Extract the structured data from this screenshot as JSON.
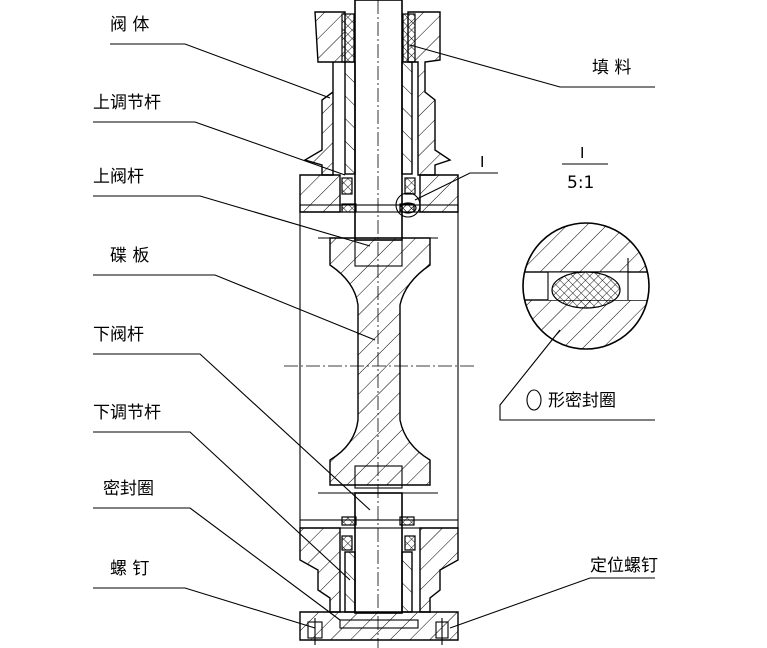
{
  "labels": {
    "valve_body": "阀 体",
    "upper_adjust_rod": "上调节杆",
    "upper_valve_rod": "上阀杆",
    "butterfly_plate": "碟 板",
    "lower_valve_rod": "下阀杆",
    "lower_adjust_rod": "下调节杆",
    "seal_ring": "密封圈",
    "screw": "螺 钉",
    "packing": "填 料",
    "detail_mark": "I",
    "detail_title_mark": "I",
    "detail_scale": "5:1",
    "oring_label": "形密封圈",
    "set_screw": "定位螺钉"
  }
}
